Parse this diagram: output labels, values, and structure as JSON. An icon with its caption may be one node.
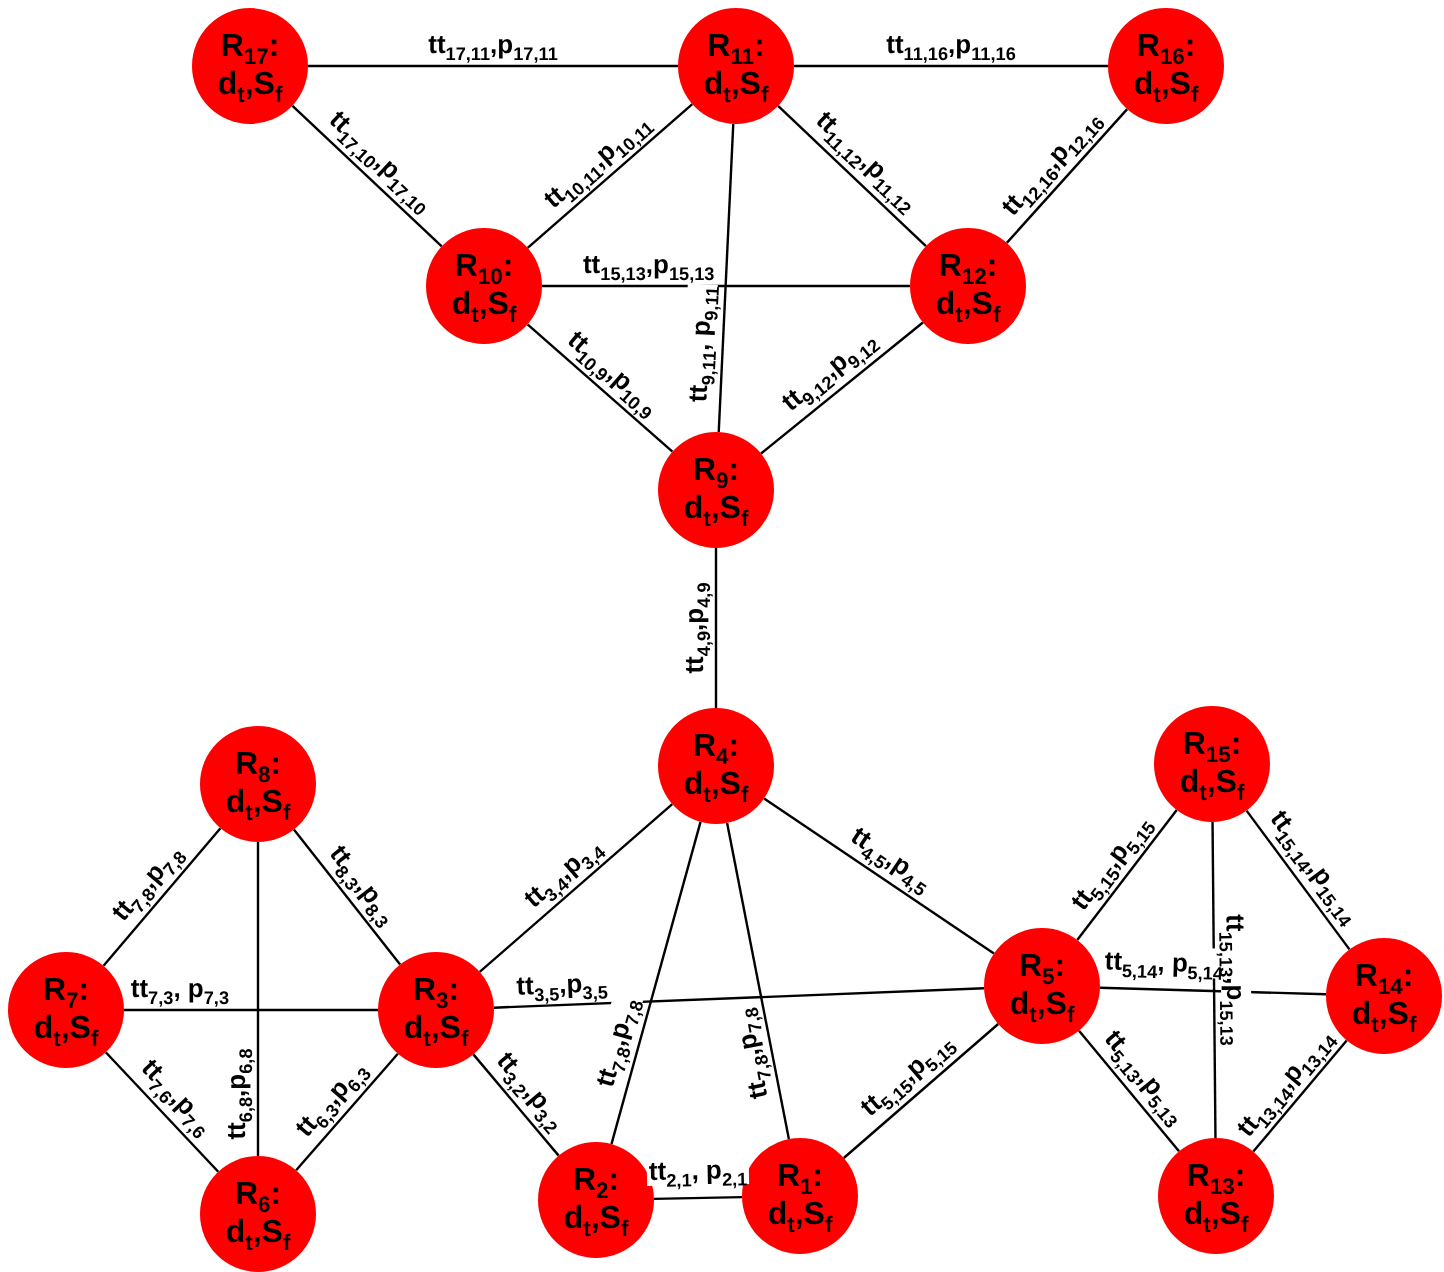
{
  "diagram": {
    "nodes": [
      {
        "text": [
          "R$_{17}$:",
          "d$_{t}$,S$_{f}$"
        ]
      },
      {
        "text": [
          "R$_{11}$:",
          "d$_{t}$,S$_{f}$"
        ]
      },
      {
        "text": [
          "R$_{16}$:",
          "d$_{t}$,S$_{f}$"
        ]
      },
      {
        "text": [
          "R$_{10}$:",
          "d$_{t}$,S$_{f}$"
        ]
      },
      {
        "text": [
          "R$_{12}$:",
          "d$_{t}$,S$_{f}$"
        ]
      },
      {
        "text": [
          "R$_{9}$:",
          "d$_{t}$,S$_{f}$"
        ]
      },
      {
        "text": [
          "R$_{4}$:",
          "d$_{t}$,S$_{f}$"
        ]
      },
      {
        "text": [
          "R$_{8}$:",
          "d$_{t}$,S$_{f}$"
        ]
      },
      {
        "text": [
          "R$_{15}$:",
          "d$_{t}$,S$_{f}$"
        ]
      },
      {
        "text": [
          "R$_{7}$:",
          "d$_{t}$,S$_{f}$"
        ]
      },
      {
        "text": [
          "R$_{3}$:",
          "d$_{t}$,S$_{f}$"
        ]
      },
      {
        "text": [
          "R$_{5}$:",
          "d$_{t}$,S$_{f}$"
        ]
      },
      {
        "text": [
          "R$_{14}$:",
          "d$_{t}$,S$_{f}$"
        ]
      },
      {
        "text": [
          "R$_{2}$:",
          "d$_{t}$,S$_{f}$"
        ]
      },
      {
        "text": [
          "R$_{1}$:",
          "d$_{t}$,S$_{f}$"
        ]
      },
      {
        "text": [
          "R$_{6}$:",
          "d$_{t}$,S$_{f}$"
        ]
      },
      {
        "text": [
          "R$_{13}$:",
          "d$_{t}$,S$_{f}$"
        ]
      }
    ],
    "edges": [
      {
        "from": 0,
        "to": 1,
        "arrow": "none",
        "label": "tt$_{17,11}$,p$_{17,11}$"
      },
      {
        "from": 1,
        "to": 2,
        "arrow": "none",
        "label": "tt$_{11,16}$,p$_{11,16}$"
      },
      {
        "from": 0,
        "to": 3,
        "arrow": "none",
        "label": "tt$_{17,10}$,p$_{17,10}$"
      },
      {
        "from": 3,
        "to": 1,
        "arrow": "none",
        "label": "tt$_{10,11}$,p$_{10,11}$"
      },
      {
        "from": 1,
        "to": 4,
        "arrow": "none",
        "label": "tt$_{11,12}$,p$_{11,12}$"
      },
      {
        "from": 4,
        "to": 2,
        "arrow": "none",
        "label": "tt$_{12,16}$,p$_{12,16}$"
      },
      {
        "from": 3,
        "to": 4,
        "arrow": "none",
        "label": "tt$_{15,13}$,p$_{15,13}$"
      },
      {
        "from": 1,
        "to": 5,
        "arrow": "none",
        "label": "tt$_{9,11}$, p$_{9,11}$"
      },
      {
        "from": 3,
        "to": 5,
        "arrow": "none",
        "label": "tt$_{10,9}$,p$_{10,9}$"
      },
      {
        "from": 5,
        "to": 4,
        "arrow": "none",
        "label": "tt$_{9,12}$,p$_{9,12}$"
      },
      {
        "from": 5,
        "to": 6,
        "arrow": "none",
        "label": "tt$_{4,9}$,p$_{4,9}$"
      },
      {
        "from": 9,
        "to": 7,
        "arrow": "none",
        "label": "tt$_{7,8}$,p$_{7,8}$"
      },
      {
        "from": 7,
        "to": 15,
        "arrow": "none",
        "label": "tt$_{6,8}$,p$_{6,8}$"
      },
      {
        "from": 7,
        "to": 10,
        "arrow": "none",
        "label": "tt$_{8,3}$,p$_{8,3}$"
      },
      {
        "from": 9,
        "to": 10,
        "arrow": "none",
        "label": "tt$_{7,3}$, p$_{7,3}$"
      },
      {
        "from": 9,
        "to": 15,
        "arrow": "none",
        "label": "tt$_{7,6}$,p$_{7,6}$"
      },
      {
        "from": 15,
        "to": 10,
        "arrow": "none",
        "label": "tt$_{6,3}$,p$_{6,3}$"
      },
      {
        "from": 10,
        "to": 6,
        "arrow": "none",
        "label": "tt$_{3,4}$,p$_{3,4}$"
      },
      {
        "from": 10,
        "to": 11,
        "arrow": "none",
        "label": "tt$_{3,5}$,p$_{3,5}$"
      },
      {
        "from": 10,
        "to": 13,
        "arrow": "none",
        "label": "tt$_{3,2}$,p$_{3,2}$"
      },
      {
        "from": 6,
        "to": 13,
        "arrow": "none",
        "label": "tt$_{7,8}$,p$_{7,8}$"
      },
      {
        "from": 6,
        "to": 14,
        "arrow": "none",
        "label": "tt$_{7,8}$,p$_{7,8}$"
      },
      {
        "from": 6,
        "to": 11,
        "arrow": "none",
        "label": "tt$_{4,5}$,p$_{4,5}$"
      },
      {
        "from": 13,
        "to": 14,
        "arrow": "none",
        "label": "tt$_{2,1}$, p$_{2,1}$"
      },
      {
        "from": 14,
        "to": 11,
        "arrow": "none",
        "label": "tt$_{5,15}$,p$_{5,15}$"
      },
      {
        "from": 11,
        "to": 8,
        "arrow": "none",
        "label": "tt$_{5,15}$,p$_{5,15}$"
      },
      {
        "from": 11,
        "to": 12,
        "arrow": "none",
        "label": "tt$_{5,14}$, p$_{5,14}$"
      },
      {
        "from": 11,
        "to": 16,
        "arrow": "none",
        "label": "tt$_{5,13}$,p$_{5,13}$"
      },
      {
        "from": 8,
        "to": 16,
        "arrow": "none",
        "label": "tt$_{15,13}$,p$_{15,13}$"
      },
      {
        "from": 8,
        "to": 12,
        "arrow": "none",
        "label": "tt$_{15,14}$,p$_{15,14}$"
      },
      {
        "from": 16,
        "to": 12,
        "arrow": "none",
        "label": "tt$_{13,14}$,p$_{13,14}$"
      }
    ]
  }
}
